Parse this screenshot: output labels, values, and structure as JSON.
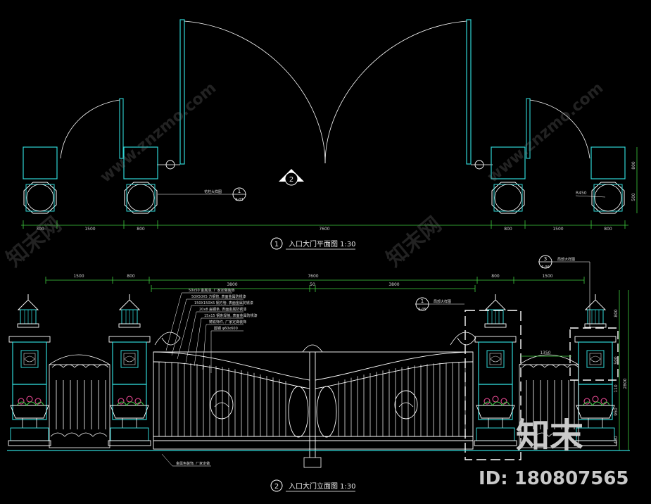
{
  "plan": {
    "title": "入口大门平面图",
    "scale": "1:30",
    "number": "1",
    "dims": [
      "300",
      "1500",
      "800",
      "7600",
      "800",
      "1500",
      "800"
    ],
    "section_mark": "2",
    "detail_callout": {
      "text": "花柱大样图",
      "num": "1",
      "ref": "S-03"
    },
    "radius_label": "R450",
    "right_dims": [
      "800",
      "500"
    ]
  },
  "elevation": {
    "title": "入口大门立面图",
    "scale": "1:30",
    "number": "2",
    "top_dims": [
      "1500",
      "800",
      "7600",
      "800",
      "1500"
    ],
    "inner_dims": [
      "3800",
      "50",
      "3800"
    ],
    "callouts": [
      {
        "text": "局部大样图",
        "num": "1",
        "ref": "S-05"
      },
      {
        "text": "局部大样图",
        "num": "3",
        "ref": "S-06"
      }
    ],
    "material_notes": [
      "50x50 金属漆, 厂家定做装饰",
      "50X50X5 方钢管, 表面金属防锈漆",
      "150X150X6 钢方管, 表面金属防锈漆",
      "20x8 扁钢条, 表面金属防锈漆",
      "15x15 钢条焊接, 表面金属防锈漆",
      "铸铁饰件, 厂家定做装饰",
      "圆钢 φ60x600"
    ],
    "bottom_note": "金属色装饰, 厂家定做",
    "side_dim_right": "1350",
    "right_dims": [
      "800",
      "500",
      "110",
      "950",
      "2800",
      "480"
    ]
  },
  "watermarks": [
    "www.znzmo.com",
    "知末网"
  ],
  "brand": {
    "logo_text": "知末",
    "id_label": "ID: 180807565"
  }
}
